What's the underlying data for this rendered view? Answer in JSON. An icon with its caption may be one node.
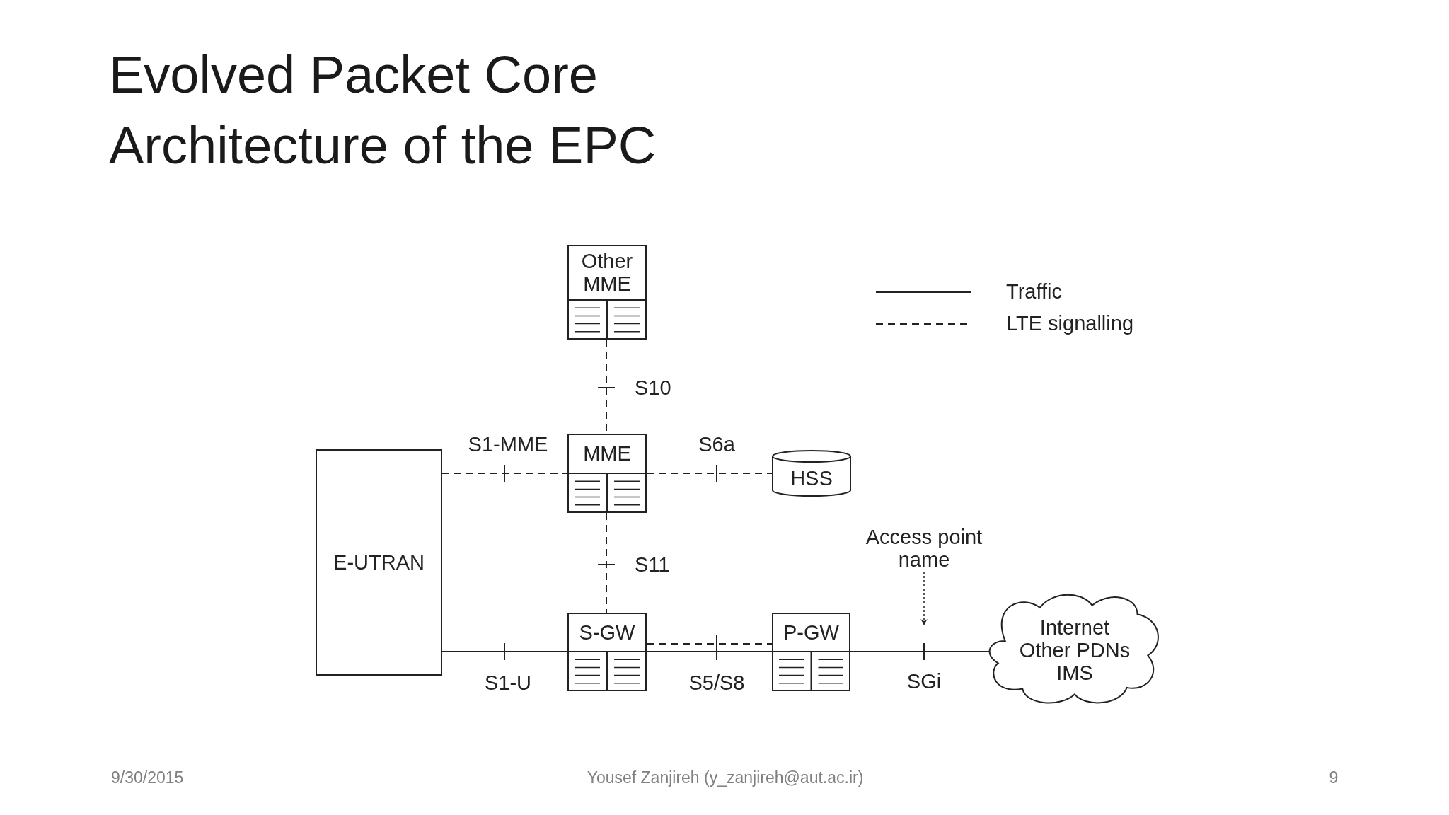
{
  "diagram": {
    "title": "Evolved Packet Core",
    "nodes": [
      {
        "text": [
          "Other MME"
        ]
      },
      {
        "text": [
          "MME"
        ]
      },
      {
        "text": [
          "HSS"
        ]
      },
      {
        "text": [
          "E-UTRAN"
        ]
      },
      {
        "text": [
          "S-GW"
        ]
      },
      {
        "text": [
          "P-GW"
        ]
      },
      {
        "text": [
          "Access point name"
        ]
      },
      {
        "text": [
          "Internet",
          "Other PDNs",
          "IMS"
        ]
      }
    ],
    "edges": [
      {
        "from": 0,
        "to": 1,
        "arrow": "none",
        "style": "dashed",
        "label": "S10"
      },
      {
        "from": 3,
        "to": 1,
        "arrow": "none",
        "style": "dashed",
        "label": "S1-MME"
      },
      {
        "from": 1,
        "to": 2,
        "arrow": "none",
        "style": "dashed",
        "label": "S6a"
      },
      {
        "from": 1,
        "to": 4,
        "arrow": "none",
        "style": "dashed",
        "label": "S11"
      },
      {
        "from": 3,
        "to": 4,
        "arrow": "none",
        "label": "S1-U"
      },
      {
        "from": 4,
        "to": 5,
        "arrow": "none",
        "style": "dashed"
      },
      {
        "from": 4,
        "to": 5,
        "arrow": "none",
        "label": "S5/S8"
      },
      {
        "from": 5,
        "to": 7,
        "arrow": "none",
        "label": "SGi"
      },
      {
        "from": 6,
        "to": null,
        "arrow": "to",
        "style": "dashed"
      }
    ],
    "labels": [
      "Architecture of the EPC",
      "9/30/2015",
      "Yousef Zanjireh (y_zanjireh@aut.ac.ir)",
      "9"
    ],
    "legend": [
      {
        "text": "Traffic"
      },
      {
        "text": "LTE signalling"
      }
    ]
  }
}
